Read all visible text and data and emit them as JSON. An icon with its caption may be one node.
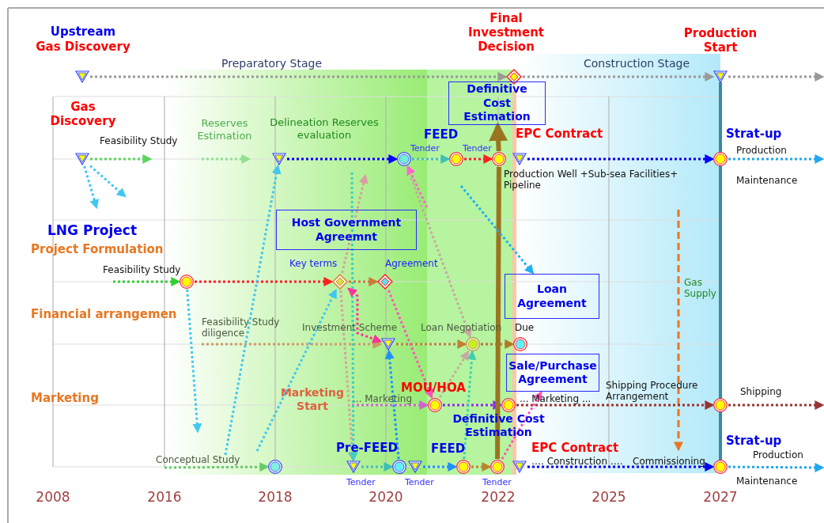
{
  "diagram": {
    "nodes": [
      {
        "text": [],
        "shape": "triangle",
        "beside": [
          "Upstream",
          "Gas Discovery"
        ]
      },
      {
        "text": [],
        "shape": "diamond",
        "beside": [
          "Final Investment Decision"
        ]
      },
      {
        "text": [],
        "shape": "triangle",
        "beside": [
          "Production Start"
        ]
      },
      {
        "text": [],
        "shape": "triangle",
        "beside": [
          "Gas Discovery"
        ]
      },
      {
        "text": [],
        "shape": "triangle",
        "beside": [
          "Delineation Reserves evaluation"
        ]
      },
      {
        "text": [],
        "shape": "circle"
      },
      {
        "text": [],
        "shape": "circle"
      },
      {
        "text": [],
        "shape": "circle"
      },
      {
        "text": [],
        "shape": "triangle"
      },
      {
        "text": [],
        "shape": "circle",
        "beside": [
          "Strat-up"
        ]
      },
      {
        "text": [
          "Definitive Cost Estimation"
        ]
      },
      {
        "text": [],
        "shape": "circle",
        "beside": [
          "Feasibility Study"
        ]
      },
      {
        "text": [],
        "shape": "diamond",
        "beside": [
          "Key terms"
        ]
      },
      {
        "text": [],
        "shape": "diamond",
        "beside": [
          "Agreement"
        ]
      },
      {
        "text": [
          "Host Government Agreemnt"
        ]
      },
      {
        "text": [],
        "shape": "triangle",
        "beside": [
          "Investment Scheme"
        ]
      },
      {
        "text": [],
        "shape": "circle",
        "beside": [
          "Loan Negotiation"
        ]
      },
      {
        "text": [],
        "shape": "circle",
        "beside": [
          "Due"
        ]
      },
      {
        "text": [
          "Loan Agreement"
        ]
      },
      {
        "text": [],
        "shape": "circle",
        "beside": [
          "MOU/HOA"
        ]
      },
      {
        "text": [],
        "shape": "circle"
      },
      {
        "text": [],
        "shape": "circle"
      },
      {
        "text": [
          "Sale/Purchase Agreement"
        ]
      },
      {
        "text": [],
        "shape": "circle"
      },
      {
        "text": [],
        "shape": "triangle",
        "beside": [
          "Pre-FEED",
          "Tender"
        ]
      },
      {
        "text": [],
        "shape": "circle"
      },
      {
        "text": [],
        "shape": "triangle",
        "beside": [
          "Tender"
        ]
      },
      {
        "text": [],
        "shape": "circle"
      },
      {
        "text": [],
        "shape": "circle",
        "beside": [
          "Tender"
        ]
      },
      {
        "text": [],
        "shape": "triangle",
        "beside": [
          "EPC Contract"
        ]
      },
      {
        "text": [],
        "shape": "circle",
        "beside": [
          "Strat-up"
        ]
      }
    ],
    "edges": [
      {
        "from": 0,
        "to": 1,
        "arrow": "to",
        "label": "Preparatory Stage",
        "style": "dashed",
        "color": "#999999"
      },
      {
        "from": 1,
        "to": 2,
        "arrow": "to",
        "label": "Construction Stage",
        "style": "dashed",
        "color": "#999999"
      },
      {
        "from": 2,
        "to": null,
        "arrow": "to",
        "style": "dashed",
        "color": "#999999"
      },
      {
        "from": 3,
        "to": null,
        "arrow": "to",
        "label": "Feasibility Study",
        "style": "dashed",
        "color": "#5cd65c"
      },
      {
        "from": 4,
        "to": 5,
        "arrow": "to",
        "style": "dashed",
        "color": "#0000ff"
      },
      {
        "from": 5,
        "to": 6,
        "arrow": "to",
        "label": "Tender",
        "style": "dashed",
        "color": "#40c0b0"
      },
      {
        "from": 6,
        "to": 7,
        "arrow": "to",
        "label": "Tender",
        "style": "dashed",
        "color": "#ff2020"
      },
      {
        "from": 8,
        "to": 9,
        "arrow": "to",
        "style": "dashed",
        "color": "#0000ff"
      },
      {
        "from": 9,
        "to": null,
        "arrow": "to",
        "style": "dashed",
        "color": "#20a8f0"
      },
      {
        "from": null,
        "to": 11,
        "arrow": "to",
        "style": "dashed",
        "color": "#33cc33"
      },
      {
        "from": 11,
        "to": 12,
        "arrow": "to",
        "style": "dashed",
        "color": "#ff2020"
      },
      {
        "from": 12,
        "to": 13,
        "arrow": "to",
        "style": "dashed",
        "color": "#cc7a3a"
      },
      {
        "from": null,
        "to": 15,
        "arrow": "to",
        "label": "Feasibility Study diligence",
        "style": "dashed",
        "color": "#c8a060"
      },
      {
        "from": 15,
        "to": 16,
        "arrow": "to",
        "style": "dashed",
        "color": "#c08030"
      },
      {
        "from": 16,
        "to": 17,
        "arrow": "to",
        "style": "dashed",
        "color": "#b07a20"
      },
      {
        "from": null,
        "to": 19,
        "arrow": "to",
        "label": "... Marketing",
        "style": "dashed",
        "color": "#cc66cc"
      },
      {
        "from": 19,
        "to": 20,
        "arrow": "to",
        "style": "dashed",
        "color": "#8a2be2"
      },
      {
        "from": 20,
        "to": 21,
        "arrow": "to",
        "style": "dashed",
        "color": "#993333"
      },
      {
        "from": 21,
        "to": null,
        "arrow": "to",
        "style": "dashed",
        "color": "#993333"
      },
      {
        "from": null,
        "to": 23,
        "arrow": "to",
        "label": "Conceptual Study",
        "style": "dashed",
        "color": "#66cc66"
      },
      {
        "from": 24,
        "to": 25,
        "arrow": "to",
        "style": "dashed",
        "color": "#40c0b0"
      },
      {
        "from": 26,
        "to": 27,
        "arrow": "to",
        "style": "dashed",
        "color": "#1e90ff"
      },
      {
        "from": 27,
        "to": 28,
        "arrow": "to",
        "style": "dashed",
        "color": "#b8862b"
      },
      {
        "from": 29,
        "to": 30,
        "arrow": "to",
        "style": "dashed",
        "color": "#0000ff"
      },
      {
        "from": 30,
        "to": null,
        "arrow": "to",
        "style": "dashed",
        "color": "#20a8f0"
      },
      {
        "from": 28,
        "to": 7,
        "arrow": "none",
        "style": "thick",
        "color": "#9a7420"
      },
      {
        "from": 7,
        "to": 10,
        "arrow": "to",
        "style": "thick",
        "color": "#9a7420"
      },
      {
        "from": 3,
        "to": null,
        "arrow": "to",
        "style": "dashed",
        "color": "#40c8f0"
      },
      {
        "from": null,
        "to": 18,
        "arrow": "to",
        "style": "dashed",
        "color": "#20b0f0"
      },
      {
        "from": 13,
        "to": 19,
        "arrow": "to",
        "style": "dashed",
        "color": "#ff55bb"
      },
      {
        "from": 28,
        "to": 22,
        "arrow": "to",
        "style": "dashed",
        "color": "#ff55bb"
      },
      {
        "from": 3,
        "to": null,
        "arrow": "to",
        "style": "dashed",
        "color": "#40c8f0"
      },
      {
        "from": 11,
        "to": null,
        "arrow": "to",
        "style": "dashed",
        "color": "#40c8f0"
      },
      {
        "from": null,
        "to": 4,
        "arrow": "to",
        "style": "dashed",
        "color": "#40c8f0"
      },
      {
        "from": null,
        "to": 12,
        "arrow": "to",
        "style": "dashed",
        "color": "#40c8f0"
      },
      {
        "from": 12,
        "to": 24,
        "arrow": "to",
        "style": "dashed",
        "color": "#d8a0a0"
      },
      {
        "from": 12,
        "to": null,
        "arrow": "to",
        "style": "dashed",
        "color": "#d8a0a0"
      },
      {
        "from": null,
        "to": 5,
        "arrow": "to",
        "style": "dashed",
        "color": "#ff66cc"
      },
      {
        "from": null,
        "to": 16,
        "arrow": "to",
        "style": "dashed",
        "color": "#c8a8a0"
      },
      {
        "from": 25,
        "to": 15,
        "arrow": "to",
        "style": "dashed",
        "color": "#1e90ff"
      },
      {
        "from": 27,
        "to": 16,
        "arrow": "to",
        "style": "dashed",
        "color": "#40d0b0"
      },
      {
        "from": 19,
        "to": 16,
        "arrow": "to",
        "style": "dashed",
        "color": "#c8a8a0"
      },
      {
        "from": null,
        "to": 24,
        "arrow": "to",
        "style": "dashed",
        "color": "#40d0c0"
      },
      {
        "from": 12,
        "to": 15,
        "arrow": "both",
        "style": "dashed",
        "color": "#ff3399"
      }
    ],
    "labels": [
      "Reserves Estimation",
      "FEED",
      "EPC Contract",
      "Production Well +Sub-sea Facilities+ Pipeline",
      "Production",
      "Maintenance",
      "LNG Project",
      "Project Formulation",
      "Financial arrangemen",
      "Marketing",
      "Marketing Start",
      "... Marketing ...",
      "Shipping Procedure Arrangement",
      "Shipping",
      "Definitive Cost Estimation",
      "Gas Supply",
      "FEED",
      "…. Construction ….",
      "Commissioning",
      "Production",
      "Maintenance",
      "2008",
      "2016",
      "2018",
      "2020",
      "2022",
      "2025",
      "2027"
    ]
  }
}
